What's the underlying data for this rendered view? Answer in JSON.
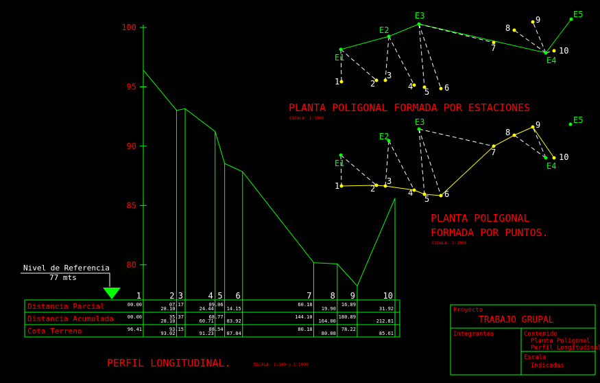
{
  "profile": {
    "axis_ticks": [
      {
        "label": "100",
        "value": 100
      },
      {
        "label": "95",
        "value": 95
      },
      {
        "label": "90",
        "value": 90
      },
      {
        "label": "85",
        "value": 85
      },
      {
        "label": "80",
        "value": 80
      }
    ],
    "reference": {
      "label": "Nivel de Referencia",
      "value": "77 mts"
    },
    "stations": [
      "1",
      "2",
      "3",
      "4",
      "5",
      "6",
      "7",
      "8",
      "9",
      "10"
    ],
    "rows": {
      "partial": "Distancia Parcial",
      "accumulated": "Distancia Acumulada",
      "elevation": "Cota Terreno"
    },
    "partial_values": [
      "00.00",
      "28.10",
      "07.17",
      "24.44",
      "09.06",
      "14.15",
      "60.18",
      "19.90",
      "16.89",
      "31.92"
    ],
    "accumulated_values": [
      "00.00",
      "28.10",
      "35.37",
      "60.71",
      "68.77",
      "83.92",
      "144.10",
      "164.00",
      "180.89",
      "212.81"
    ],
    "elevation_values": [
      "96.41",
      "93.02",
      "93.15",
      "91.23",
      "88.54",
      "87.84",
      "80.18",
      "80.08",
      "78.22",
      "85.61"
    ],
    "title": "PERFIL LONGITUDINAL.",
    "scale": "ESCALA: 1:100 ; 1:1000"
  },
  "chart_data": {
    "type": "line",
    "x": [
      0,
      28.1,
      35.37,
      60.71,
      68.77,
      83.92,
      144.1,
      164.0,
      180.89,
      212.81
    ],
    "categories": [
      "1",
      "2",
      "3",
      "4",
      "5",
      "6",
      "7",
      "8",
      "9",
      "10"
    ],
    "series": [
      {
        "values": [
          96.41,
          93.02,
          93.15,
          91.23,
          88.54,
          87.84,
          80.18,
          80.08,
          78.22,
          85.61
        ]
      }
    ],
    "ylim": [
      77,
      100
    ]
  },
  "plan_stations": {
    "title": "PLANTA POLIGONAL FORMADA POR ESTACIONES",
    "scale": "ESCALA: 1:1000",
    "stations": [
      "E1",
      "E2",
      "E3",
      "E4",
      "E5"
    ],
    "points": [
      "1",
      "2",
      "3",
      "4",
      "5",
      "6",
      "7",
      "8",
      "9",
      "10"
    ]
  },
  "plan_points": {
    "title_line1": "PLANTA POLIGONAL",
    "title_line2": "FORMADA POR PUNTOS.",
    "scale": "ESCALA: 1:1000",
    "stations": [
      "E1",
      "E2",
      "E3",
      "E4",
      "E5"
    ],
    "points": [
      "1",
      "2",
      "3",
      "4",
      "5",
      "6",
      "7",
      "8",
      "9",
      "10"
    ]
  },
  "title_block": {
    "project_label": "Proyecto",
    "project_value": "TRABAJO GRUPAL",
    "members_label": "Integrantes",
    "contents_label": "Contenido",
    "contents_line1": "Planta Poligonal",
    "contents_line2": "Perfil Longitudinal",
    "scale_label": "Escala",
    "scale_value": "Indicadas"
  },
  "colors": {
    "background": "#000000",
    "green": "#00ff00",
    "red": "#ff0000",
    "yellow": "#ffff00",
    "white": "#ffffff"
  }
}
